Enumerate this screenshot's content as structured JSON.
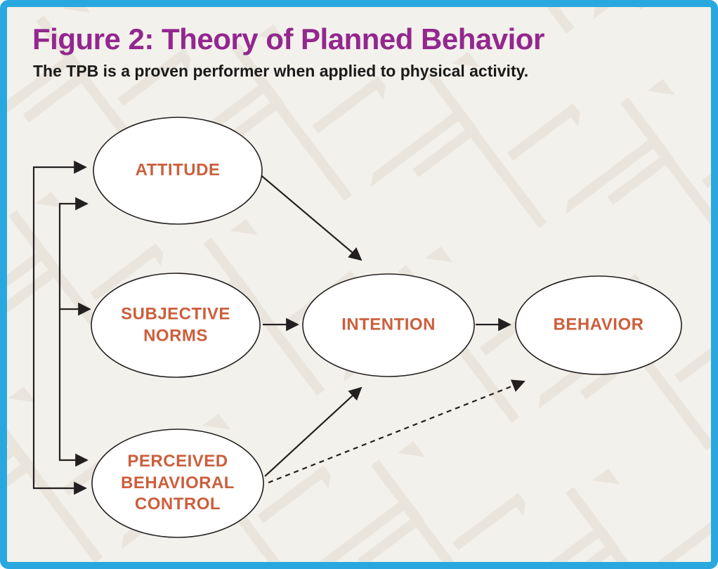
{
  "figure": {
    "title": "Figure 2: Theory of Planned Behavior",
    "subtitle": "The TPB is a proven performer when applied to physical activity."
  },
  "nodes": {
    "attitude": {
      "label": "ATTITUDE"
    },
    "subjective_norms": {
      "label": "SUBJECTIVE NORMS"
    },
    "perceived_behavioral_control": {
      "label": "PERCEIVED BEHAVIORAL CONTROL"
    },
    "intention": {
      "label": "INTENTION"
    },
    "behavior": {
      "label": "BEHAVIOR"
    }
  },
  "edges": [
    {
      "from": "attitude",
      "to": "intention",
      "style": "solid"
    },
    {
      "from": "subjective_norms",
      "to": "intention",
      "style": "solid"
    },
    {
      "from": "perceived_behavioral_control",
      "to": "intention",
      "style": "solid"
    },
    {
      "from": "intention",
      "to": "behavior",
      "style": "solid"
    },
    {
      "from": "perceived_behavioral_control",
      "to": "behavior",
      "style": "dashed"
    },
    {
      "from": "correlation-bracket-outer",
      "to": "attitude",
      "style": "solid"
    },
    {
      "from": "correlation-bracket-outer",
      "to": "perceived_behavioral_control",
      "style": "solid"
    },
    {
      "from": "correlation-bracket-inner",
      "to": "attitude",
      "style": "solid"
    },
    {
      "from": "correlation-bracket-inner",
      "to": "subjective_norms",
      "style": "solid"
    },
    {
      "from": "correlation-bracket-inner",
      "to": "perceived_behavioral_control",
      "style": "solid"
    }
  ],
  "colors": {
    "frame_border": "#29A8E0",
    "title": "#93278F",
    "subtitle": "#1A1A1A",
    "node_label": "#CB5F3C",
    "node_fill": "#FFFFFF",
    "line": "#231F20",
    "background": "#F3F1EB",
    "pattern": "#E9E5DD"
  }
}
